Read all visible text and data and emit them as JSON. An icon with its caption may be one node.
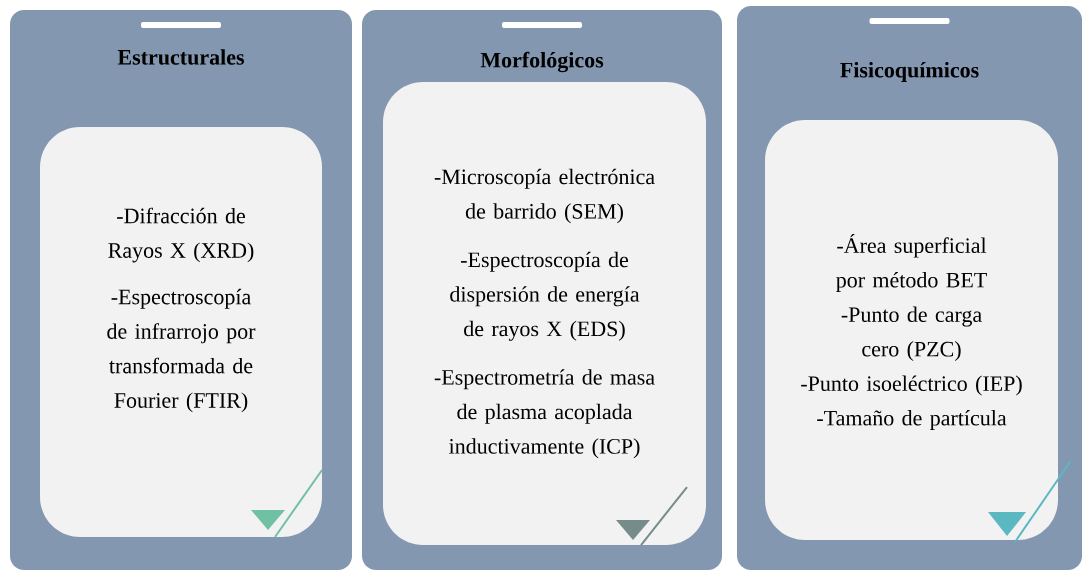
{
  "diagram": {
    "nodes": [
      {
        "text": [
          "Estructurales"
        ]
      },
      {
        "text": [
          "-Difracción de Rayos X (XRD)",
          "-Espectroscopía de infrarrojo por transformada de Fourier (FTIR)"
        ],
        "in": 0
      },
      {
        "text": [
          "Morfológicos"
        ]
      },
      {
        "text": [
          "-Microscopía electrónica de barrido (SEM)",
          "-Espectroscopía de dispersión de energía de rayos X (EDS)",
          "-Espectrometría de masa de plasma acoplada inductivamente (ICP)"
        ],
        "in": 2
      },
      {
        "text": [
          "Fisicoquímicos"
        ]
      },
      {
        "text": [
          "-Área superficial por método BET",
          "-Punto de carga cero (PZC)",
          "-Punto isoeléctrico (IEP)",
          "-Tamaño de partícula"
        ],
        "in": 4
      }
    ]
  }
}
